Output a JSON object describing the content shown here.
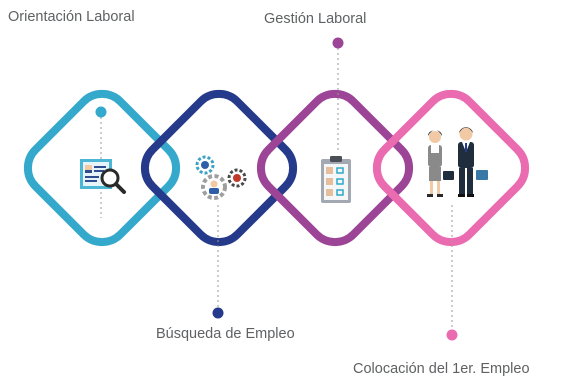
{
  "stages": [
    {
      "label": "Orientación Laboral",
      "color": "#35a9cb",
      "icon": "cv-search-icon"
    },
    {
      "label": "Búsqueda de Empleo",
      "color": "#263a8c",
      "icon": "people-gears-icon"
    },
    {
      "label": "Gestión Laboral",
      "color": "#9c4597",
      "icon": "checklist-clipboard-icon"
    },
    {
      "label": "Colocación del 1er. Empleo",
      "color": "#ea6bb0",
      "icon": "business-couple-icon"
    }
  ]
}
